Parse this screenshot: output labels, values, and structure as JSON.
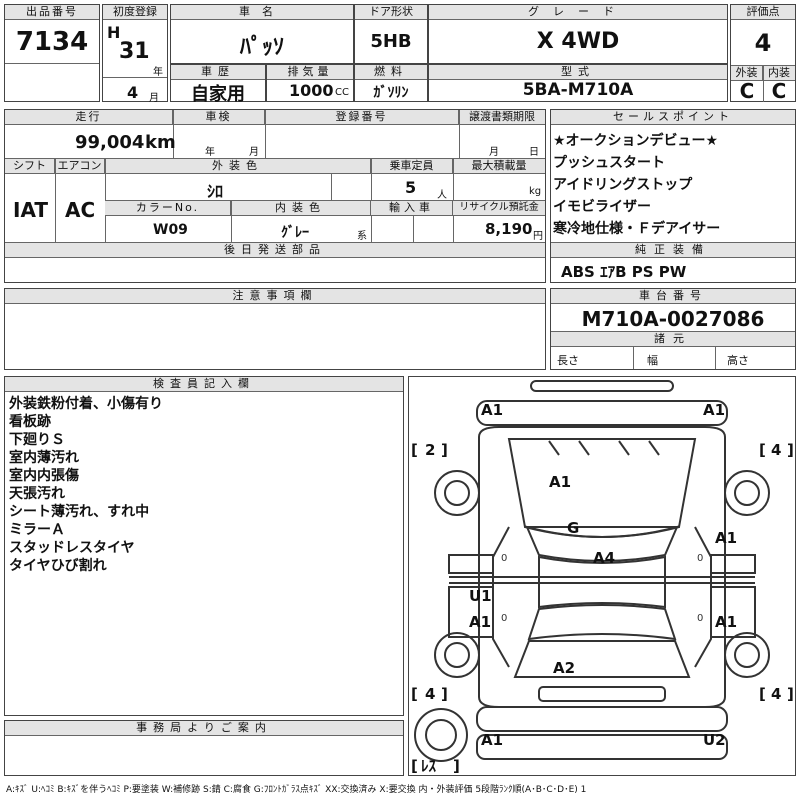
{
  "header": {
    "lot_label": "出品番号",
    "lot": "7134",
    "first_reg_label": "初度登録",
    "era": "H",
    "year_num": "31",
    "year_unit": "年",
    "month_num": "4",
    "month_unit": "月",
    "car_name_label": "車名",
    "car_name": "ﾊﾟｯｿ",
    "door_label": "ドア形状",
    "door": "5HB",
    "grade_label": "グレード",
    "grade": "X 4WD",
    "score_label": "評価点",
    "score": "4",
    "history_label": "車歴",
    "history": "自家用",
    "displacement_label": "排気量",
    "displacement": "1000",
    "displacement_unit": "CC",
    "fuel_label": "燃料",
    "fuel": "ｶﾞｿﾘﾝ",
    "model_label": "型式",
    "model": "5BA-M710A",
    "ext_label": "外装",
    "ext": "C",
    "int_label": "内装",
    "int": "C"
  },
  "row2": {
    "mileage_label": "走行",
    "mileage": "99,004",
    "mileage_unit": "km",
    "inspection_label": "車検",
    "insp_year_unit": "年",
    "insp_month_unit": "月",
    "reg_no_label": "登録番号",
    "transfer_label": "譲渡書類期限",
    "transfer_month_unit": "月",
    "transfer_day_unit": "日",
    "shift_label": "シフト",
    "shift": "IAT",
    "ac_label": "エアコン",
    "ac": "AC",
    "color_label": "外装色",
    "color": "ｼﾛ",
    "capacity_label": "乗車定員",
    "capacity": "5",
    "capacity_unit": "人",
    "load_label": "最大積載量",
    "load_unit": "kg",
    "color_no_label": "カラーNo.",
    "color_no": "W09",
    "int_color_label": "内装色",
    "int_color": "ｸﾞﾚｰ",
    "int_color_unit": "系",
    "import_label": "輸入車",
    "recycle_label": "リサイクル預託金",
    "recycle": "8,190",
    "recycle_unit": "円",
    "later_parts_label": "後日発送部品"
  },
  "sales": {
    "label": "セールスポイント",
    "items": [
      "★オークションデビュー★",
      "プッシュスタート",
      "アイドリングストップ",
      "イモビライザー",
      "寒冷地仕様・Ｆデアイサー"
    ],
    "equip_label": "純正装備",
    "equip": "ABS ｴｱB PS PW",
    "chassis_label": "車台番号",
    "chassis": "M710A-0027086",
    "dims_label": "諸元",
    "length_label": "長さ",
    "width_label": "幅",
    "height_label": "高さ"
  },
  "caution": {
    "label": "注意事項欄"
  },
  "inspector": {
    "label": "検査員記入欄",
    "notes": [
      "外装鉄粉付着、小傷有り",
      "看板跡",
      "下廻りＳ",
      "室内薄汚れ",
      "室内内張傷",
      "天張汚れ",
      "シート薄汚れ、すれ中",
      "ミラーＡ",
      "スタッドレスタイヤ",
      "タイヤひび割れ"
    ]
  },
  "office": {
    "label": "事務局よりご案内"
  },
  "diagram": {
    "marks": [
      "A1",
      "A1",
      "A1",
      "G",
      "A4",
      "A1",
      "U1",
      "A1",
      "A1",
      "A2",
      "A1",
      "U2"
    ],
    "tires": [
      "2",
      "4",
      "4",
      "4"
    ],
    "spare": "ﾚｽ",
    "zeros": [
      "0",
      "0",
      "0",
      "0"
    ]
  },
  "legend": "A:ｷｽﾞ U:ﾍｺﾐ B:ｷｽﾞを伴うﾍｺﾐ P:要塗装 W:補修跡 S:錆 C:腐食 G:ﾌﾛﾝﾄｶﾞﾗｽ点ｷｽﾞ XX:交換済み X:要交換 内・外装評価 5段階ﾗﾝｸ順(A･B･C･D･E) 1"
}
